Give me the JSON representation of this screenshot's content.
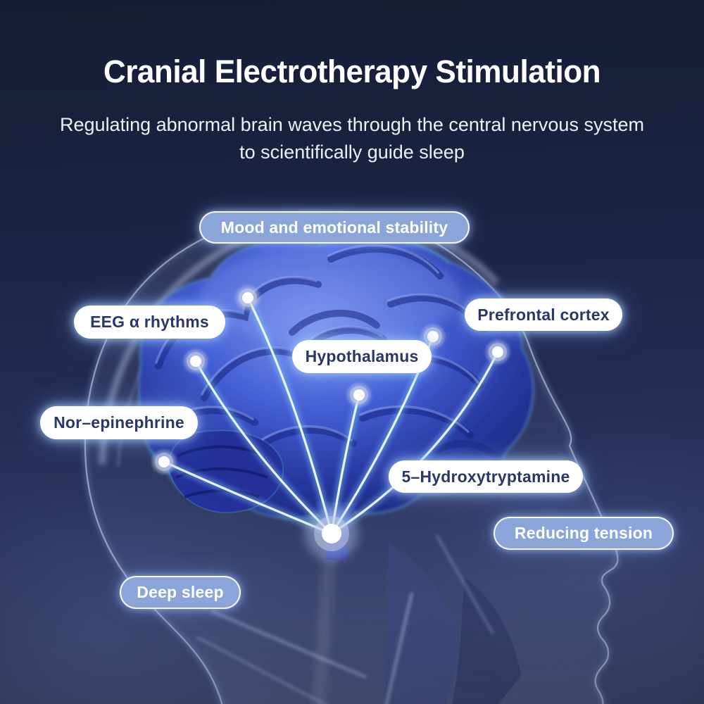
{
  "page": {
    "title": "Cranial Electrotherapy Stimulation",
    "subtitle_line1": "Regulating abnormal brain waves through the central nervous system",
    "subtitle_line2": "to scientifically guide sleep"
  },
  "labels": [
    {
      "id": "mood-and-emotional-stability",
      "text": "Mood and emotional stability",
      "variant": "blue"
    },
    {
      "id": "prefrontal-cortex",
      "text": "Prefrontal cortex",
      "variant": "white"
    },
    {
      "id": "eeg-alpha-rhythms",
      "text": "EEG α rhythms",
      "variant": "white"
    },
    {
      "id": "hypothalamus",
      "text": "Hypothalamus",
      "variant": "white"
    },
    {
      "id": "nor-epinephrine",
      "text": "Nor–epinephrine",
      "variant": "white"
    },
    {
      "id": "5-hydroxytryptamine",
      "text": "5–Hydroxytryptamine",
      "variant": "white"
    },
    {
      "id": "reducing-tension",
      "text": "Reducing tension",
      "variant": "blue"
    },
    {
      "id": "deep-sleep",
      "text": "Deep sleep",
      "variant": "blue"
    }
  ],
  "colors": {
    "background_top": "#171d35",
    "background_bottom": "#3a4368",
    "pill_blue": "#8ba5d8",
    "pill_text_navy": "#2b3767",
    "brain_blue": "#3a55cf",
    "line_glow_cyan": "#7ecdfc",
    "text_white": "#ffffff"
  }
}
